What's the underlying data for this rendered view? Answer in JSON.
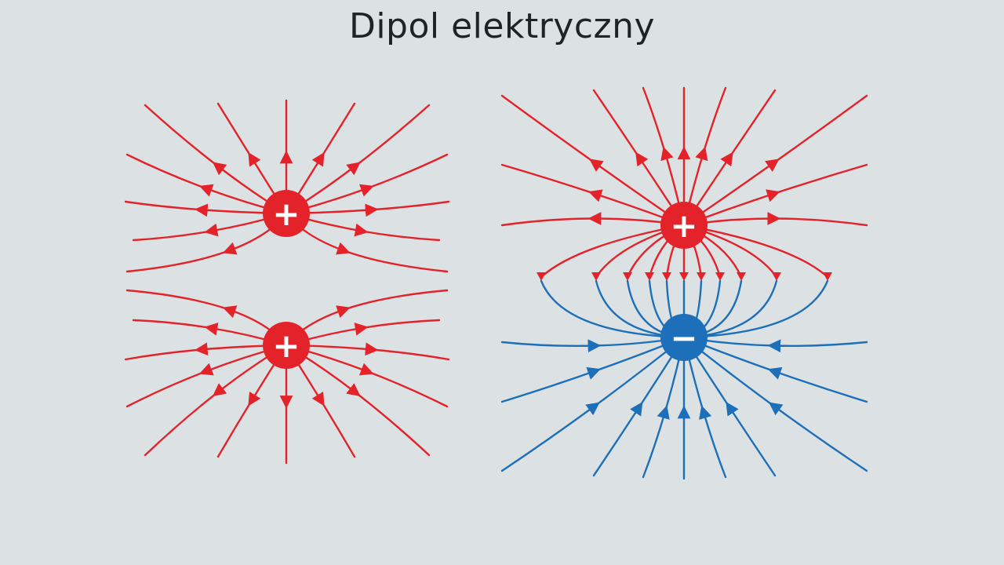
{
  "title": "Dipol elektryczny",
  "colors": {
    "background": "#dce1e4",
    "positive": "#e3222a",
    "negative": "#1c6fb8",
    "sign": "#ffffff"
  },
  "left_diagram": {
    "charges": [
      {
        "sign": "+",
        "polarity": "positive"
      },
      {
        "sign": "+",
        "polarity": "positive"
      }
    ]
  },
  "right_diagram": {
    "charges": [
      {
        "sign": "+",
        "polarity": "positive"
      },
      {
        "sign": "−",
        "polarity": "negative"
      }
    ]
  }
}
